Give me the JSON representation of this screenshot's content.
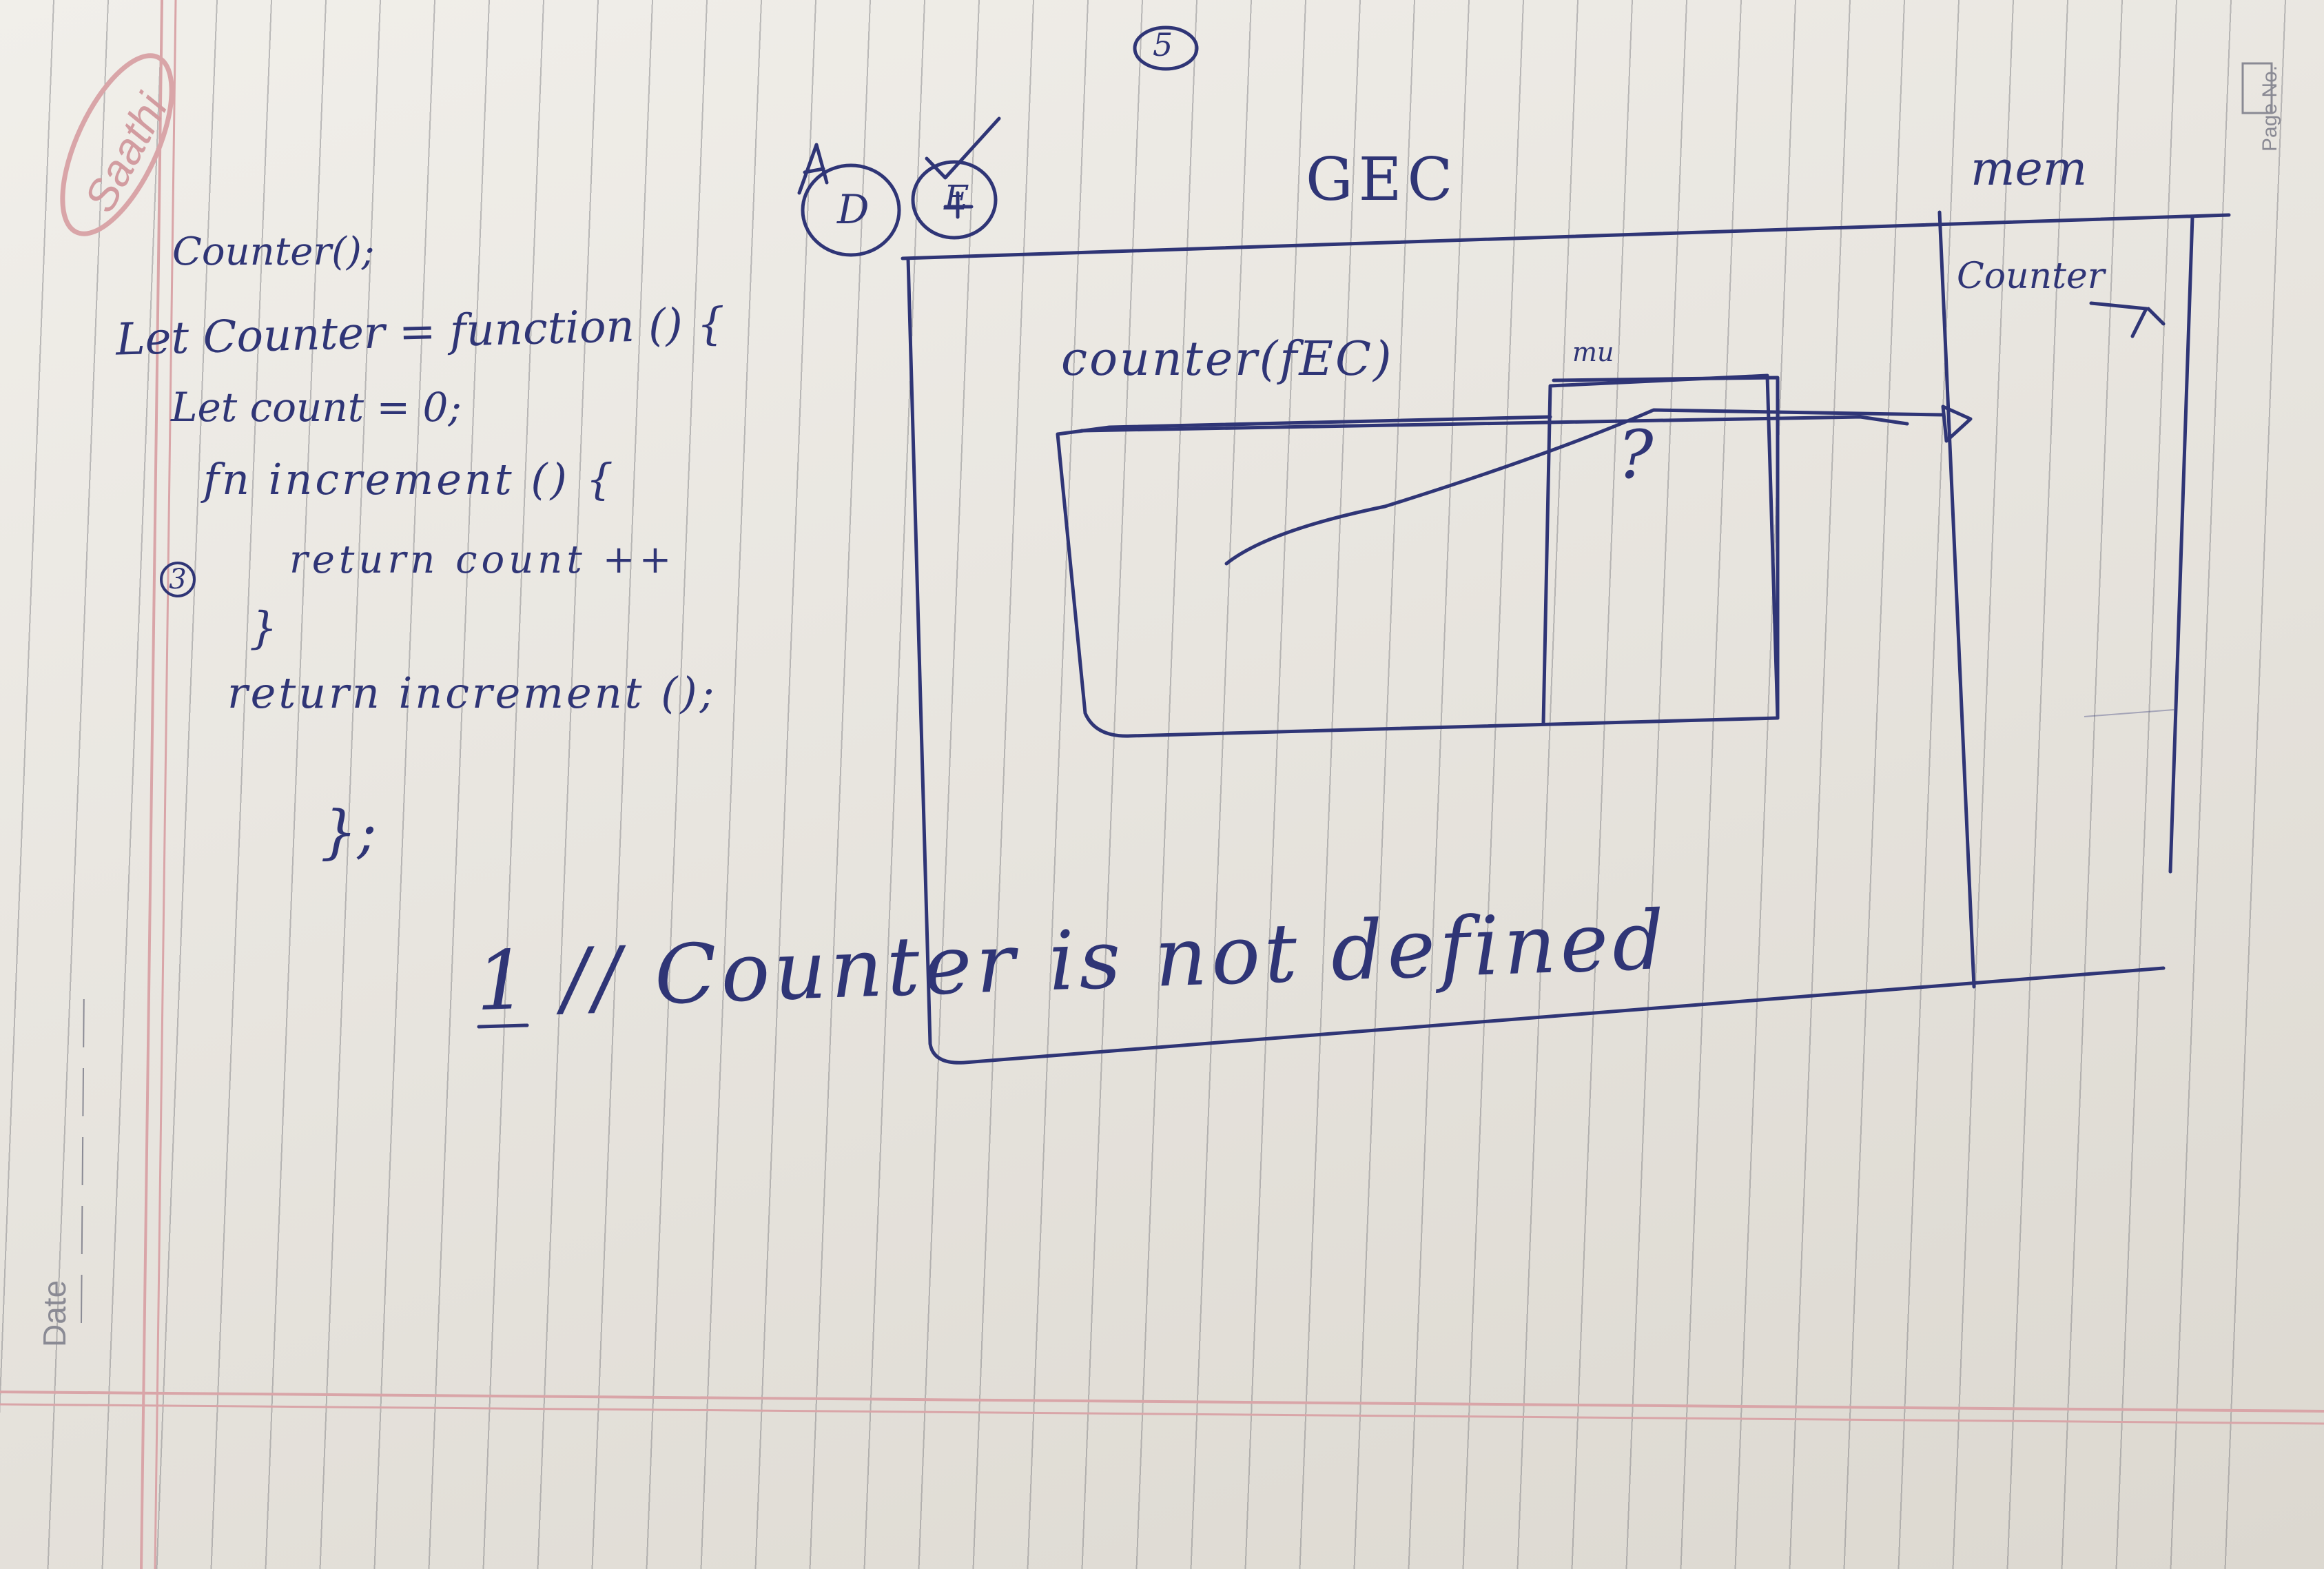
{
  "notebook": {
    "brand": "Saathi",
    "page_no_label": "Page No.",
    "date_label": "Date",
    "page_number": "5"
  },
  "code": {
    "lines": [
      "Counter();",
      "Let Counter = function () {",
      "Let count = 0;",
      "fn increment () {",
      "return count ++",
      "}",
      "return increment ();",
      "};"
    ],
    "step_marker": "3"
  },
  "diagram": {
    "d_label": "D",
    "e_label": "E",
    "gec_label": "GEC",
    "mem_label": "mem",
    "mem_entry": "Counter",
    "fec_label": "counter(fEC)",
    "inner_label": "mu",
    "question": "?"
  },
  "note": {
    "text": "1 // Counter is not defined"
  },
  "colors": {
    "ink": "#2f3576",
    "margin_red": "#d9a5a8",
    "ruling": "#8c8c90"
  }
}
